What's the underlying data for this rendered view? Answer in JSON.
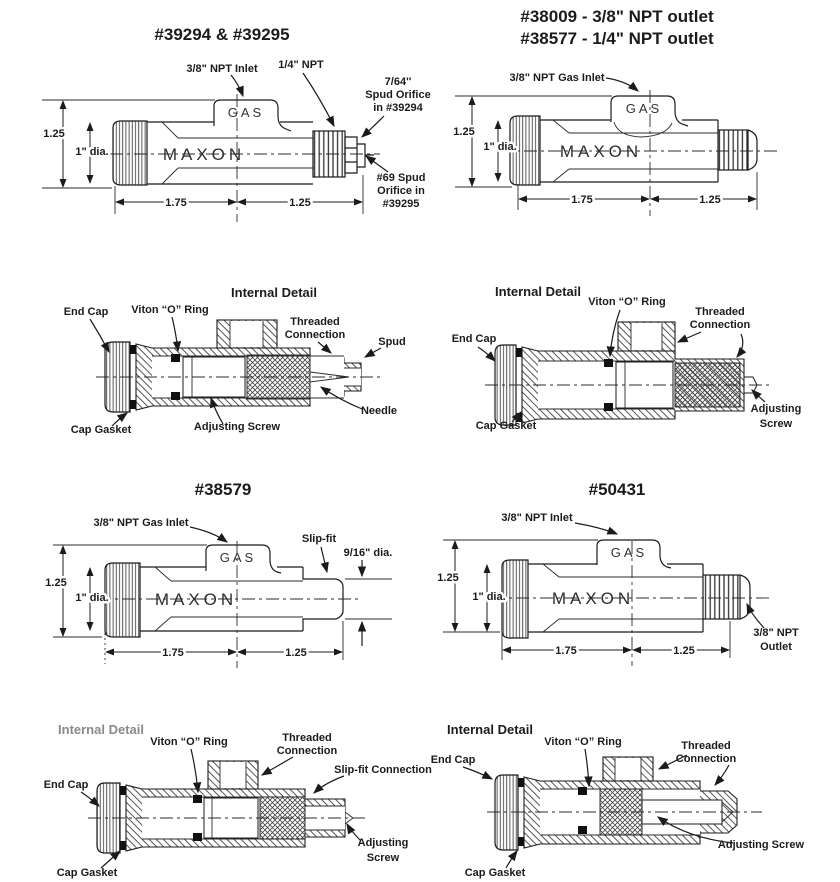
{
  "colors": {
    "ink": "#1b1b1b",
    "background": "#ffffff",
    "faded_title": "#8a8a8a"
  },
  "shared": {
    "gas": "GAS",
    "maxon": "MAXON",
    "internal_detail": "Internal Detail",
    "end_cap": "End Cap",
    "cap_gasket": "Cap Gasket",
    "viton_o_ring": "Viton “O” Ring",
    "threaded_line1": "Threaded",
    "threaded_line2": "Connection",
    "adjusting_screw": "Adjusting Screw",
    "adjusting_line1": "Adjusting",
    "adjusting_line2": "Screw",
    "dim_height": "1.25",
    "dim_dia": "1\" dia.",
    "dim_len_a": "1.75",
    "dim_len_b": "1.25"
  },
  "panel1": {
    "title": "#39294 & #39295",
    "inlet_label": "3/8\" NPT Inlet",
    "quarter_npt_label": "1/4\" NPT",
    "spud_orifice_a": [
      "7/64''",
      "Spud Orifice",
      "in #39294"
    ],
    "spud_orifice_b": [
      "#69 Spud",
      "Orifice in",
      "#39295"
    ]
  },
  "panel2": {
    "title_line1": "#38009 - 3/8\" NPT outlet",
    "title_line2": "#38577 - 1/4\" NPT outlet",
    "inlet_label": "3/8\" NPT Gas Inlet"
  },
  "panel3": {
    "spud": "Spud",
    "needle": "Needle"
  },
  "panel5": {
    "title": "#38579",
    "inlet_label": "3/8\" NPT Gas Inlet",
    "slip_fit": "Slip-fit",
    "dia_916": "9/16\" dia."
  },
  "panel6": {
    "title": "#50431",
    "inlet_label": "3/8\" NPT Inlet",
    "outlet_line1": "3/8\" NPT",
    "outlet_line2": "Outlet"
  },
  "panel7": {
    "slip_fit_connection": "Slip-fit Connection"
  }
}
